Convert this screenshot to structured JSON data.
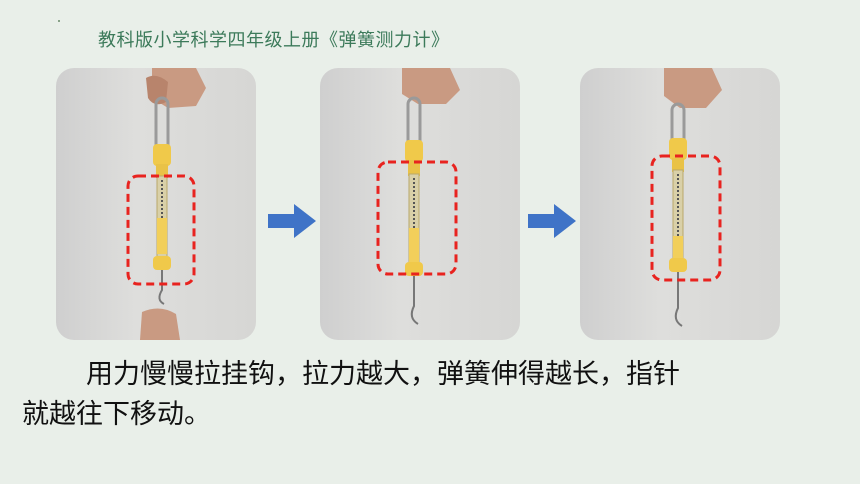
{
  "header": {
    "title": "教科版小学科学四年级上册《弹簧测力计》"
  },
  "photos": [
    {
      "name": "spring-scale-photo-1"
    },
    {
      "name": "spring-scale-photo-2"
    },
    {
      "name": "spring-scale-photo-3"
    }
  ],
  "arrows": [
    "arrow-right-icon",
    "arrow-right-icon"
  ],
  "colors": {
    "header": "#3c7a5a",
    "highlight_box": "#e8231f",
    "arrow": "#3f73c7",
    "background": "#e9efe9"
  },
  "body": {
    "line1": "用力慢慢拉挂钩，拉力越大，弹簧伸得越长，指针",
    "line2": "就越往下移动。"
  }
}
